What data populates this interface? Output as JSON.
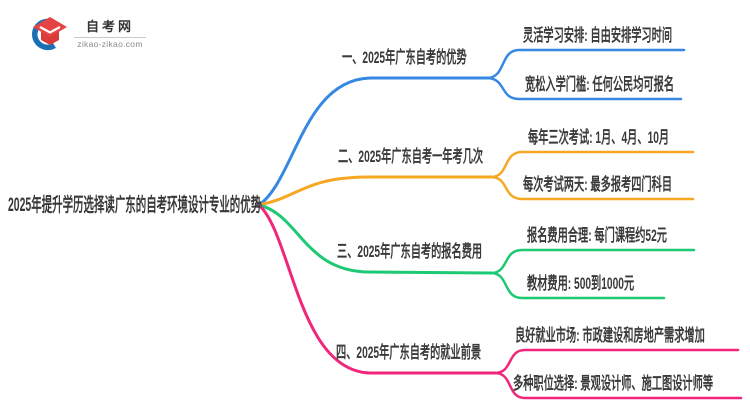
{
  "logo": {
    "site_name": "自考网",
    "site_url": "zikao-zikao.com",
    "icon": "graduation-cap-with-crescent"
  },
  "colors": {
    "branch1": "#3688E3",
    "branch2": "#F7A823",
    "branch3": "#1DC973",
    "branch4": "#F0267D",
    "logo_red": "#E64444",
    "logo_red_dark": "#D93A3A",
    "logo_blue": "#1B6FB5",
    "text": "#3A3A3A"
  },
  "mindmap": {
    "root": "2025年提升学历选择读广东的自考环境设计专业的优势",
    "branches": [
      {
        "label": "一、2025年广东自考的优势",
        "children": [
          "灵活学习安排: 自由安排学习时间",
          "宽松入学门槛: 任何公民均可报名"
        ]
      },
      {
        "label": "二、2025年广东自考一年考几次",
        "children": [
          "每年三次考试: 1月、4月、10月",
          "每次考试两天: 最多报考四门科目"
        ]
      },
      {
        "label": "三、2025年广东自考的报名费用",
        "children": [
          "报名费用合理: 每门课程约52元",
          "教材费用: 500到1000元"
        ]
      },
      {
        "label": "四、2025年广东自考的就业前景",
        "children": [
          "良好就业市场: 市政建设和房地产需求增加",
          "多种职位选择: 景观设计师、施工图设计师等"
        ]
      }
    ]
  }
}
